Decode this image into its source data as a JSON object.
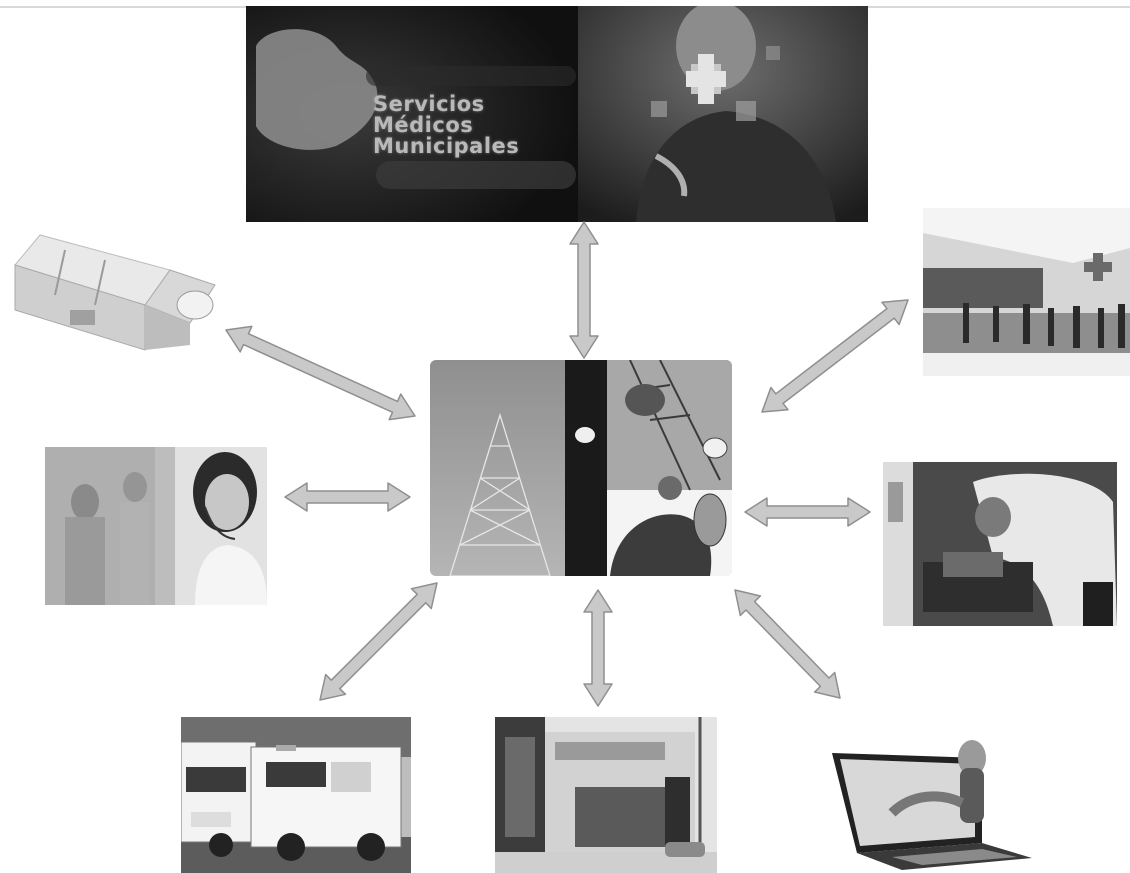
{
  "banner": {
    "lines": [
      "Servicios",
      "Médicos",
      "Municipales"
    ]
  },
  "nodes": [
    {
      "id": "center",
      "icon": "radio-tower-technicians-photo"
    },
    {
      "id": "top",
      "icon": "medical-services-banner"
    },
    {
      "id": "top-left",
      "icon": "mobile-clinic-3d-model"
    },
    {
      "id": "top-right",
      "icon": "hospital-building-crowd-photo"
    },
    {
      "id": "mid-left",
      "icon": "call-center-operator-photo"
    },
    {
      "id": "mid-right",
      "icon": "paramedics-attending-patient-photo"
    },
    {
      "id": "bottom-left",
      "icon": "ambulances-photo"
    },
    {
      "id": "bottom-center",
      "icon": "municipal-hospital-facade-photo"
    },
    {
      "id": "bottom-right",
      "icon": "laptop-telemedicine-photo"
    }
  ],
  "arrow_color": "#c9c9c9"
}
